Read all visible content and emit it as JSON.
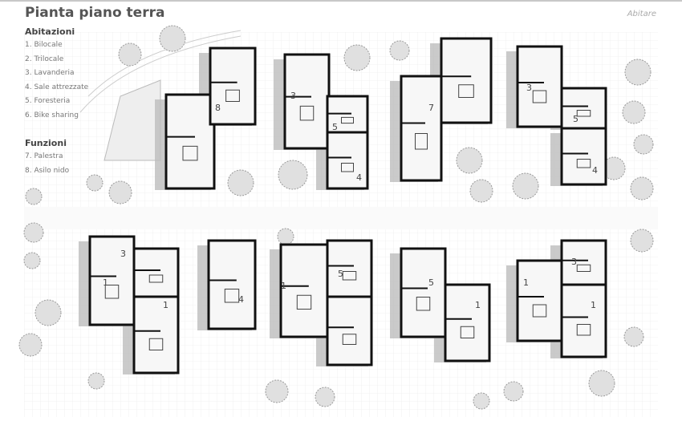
{
  "header": {
    "title": "Pianta piano terra",
    "section": "Abitare"
  },
  "legend": {
    "groups": [
      {
        "heading": "Abitazioni",
        "items": [
          "1. Bilocale",
          "2. Trilocale",
          "3. Lavanderia",
          "4. Sale attrezzate",
          "5. Foresteria",
          "6. Bike sharing"
        ]
      },
      {
        "heading": "Funzioni",
        "items": [
          "7. Palestra",
          "8. Asilo nido"
        ]
      }
    ]
  },
  "plan": {
    "room_labels": [
      "8",
      "3",
      "5",
      "4",
      "7",
      "3",
      "5",
      "4",
      "3",
      "1",
      "1",
      "4",
      "5",
      "5",
      "1",
      "1",
      "1",
      "3",
      "1"
    ],
    "colors": {
      "wall": "#111111",
      "shadow": "#bdbdbd",
      "paving_grid": "#e6e6e6",
      "tree": "#9a9a9a",
      "text": "#555555"
    }
  }
}
